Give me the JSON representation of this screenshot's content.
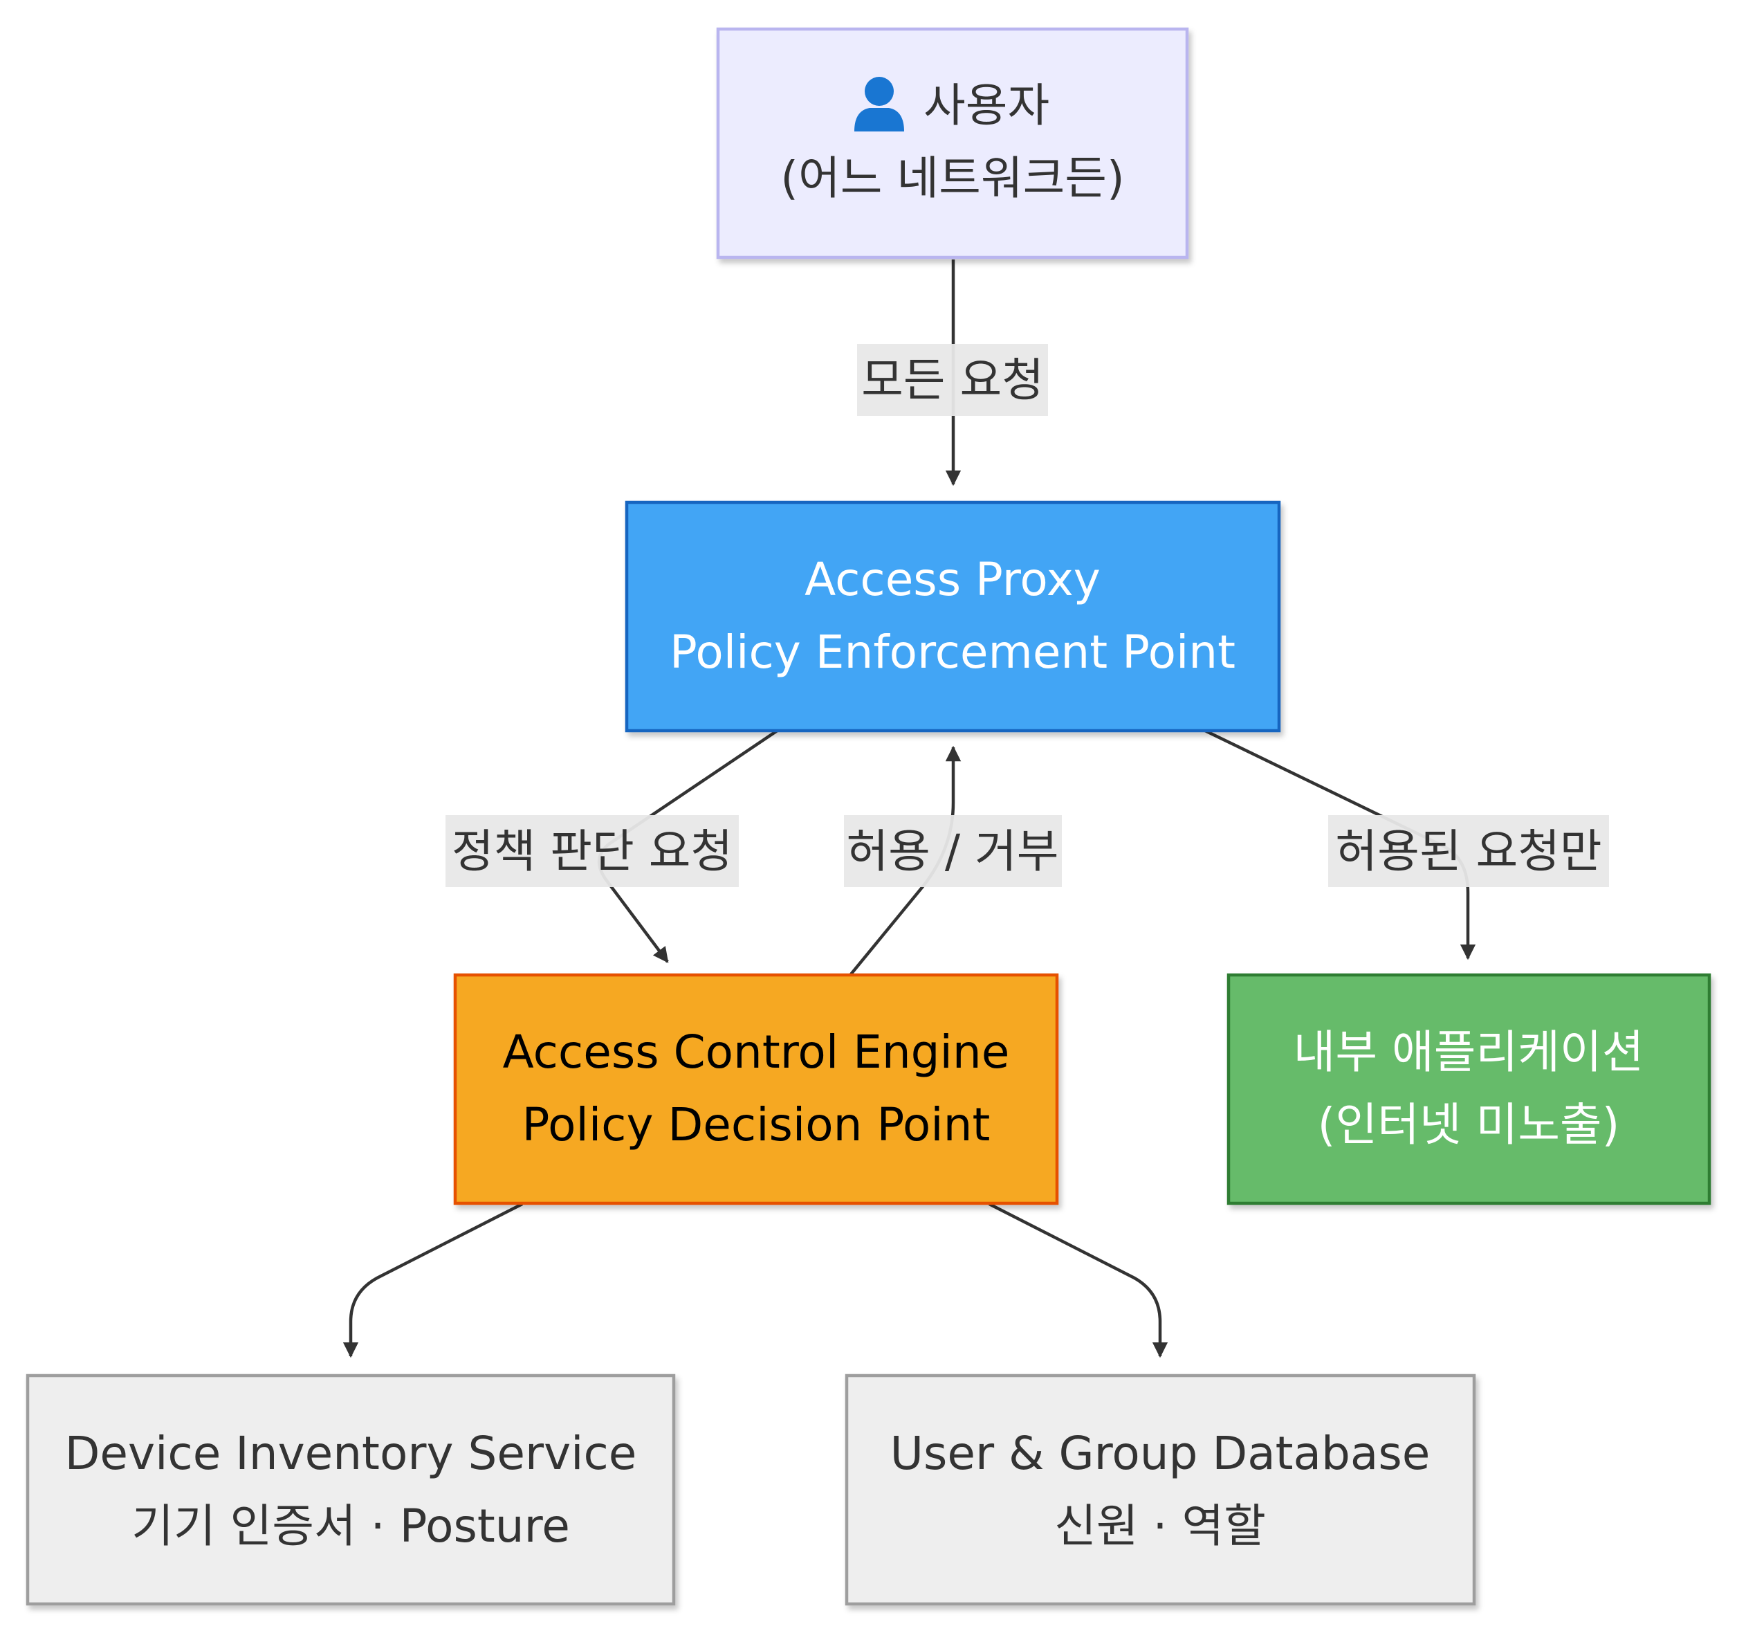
{
  "nodes": {
    "user": {
      "icon": "person-icon",
      "line1": "사용자",
      "line2": "(어느 네트워크든)",
      "fill": "#ececfe",
      "stroke": "#b9b5ef",
      "text_color": "#333333"
    },
    "proxy": {
      "line1": "Access Proxy",
      "line2": "Policy Enforcement Point",
      "fill": "#42a5f5",
      "stroke": "#1565c0",
      "text_color": "#ffffff"
    },
    "engine": {
      "line1": "Access Control Engine",
      "line2": "Policy Decision Point",
      "fill": "#f6a823",
      "stroke": "#e65100",
      "text_color": "#000000"
    },
    "app": {
      "line1": "내부 애플리케이션",
      "line2": "(인터넷 미노출)",
      "fill": "#66bb6a",
      "stroke": "#2e7d32",
      "text_color": "#ffffff"
    },
    "device": {
      "line1": "Device Inventory Service",
      "line2": "기기 인증서 · Posture",
      "fill": "#eeeeee",
      "stroke": "#9e9e9e",
      "text_color": "#333333"
    },
    "userdb": {
      "line1": "User & Group Database",
      "line2": "신원 · 역할",
      "fill": "#eeeeee",
      "stroke": "#9e9e9e",
      "text_color": "#333333"
    }
  },
  "edges": {
    "user_to_proxy": "모든 요청",
    "proxy_to_engine": "정책 판단 요청",
    "engine_to_proxy": "허용 / 거부",
    "proxy_to_app": "허용된 요청만",
    "engine_to_device": "",
    "engine_to_userdb": ""
  },
  "colors": {
    "edge": "#333333",
    "label_background": "#e8e8e8",
    "person_icon": "#1976d2"
  }
}
